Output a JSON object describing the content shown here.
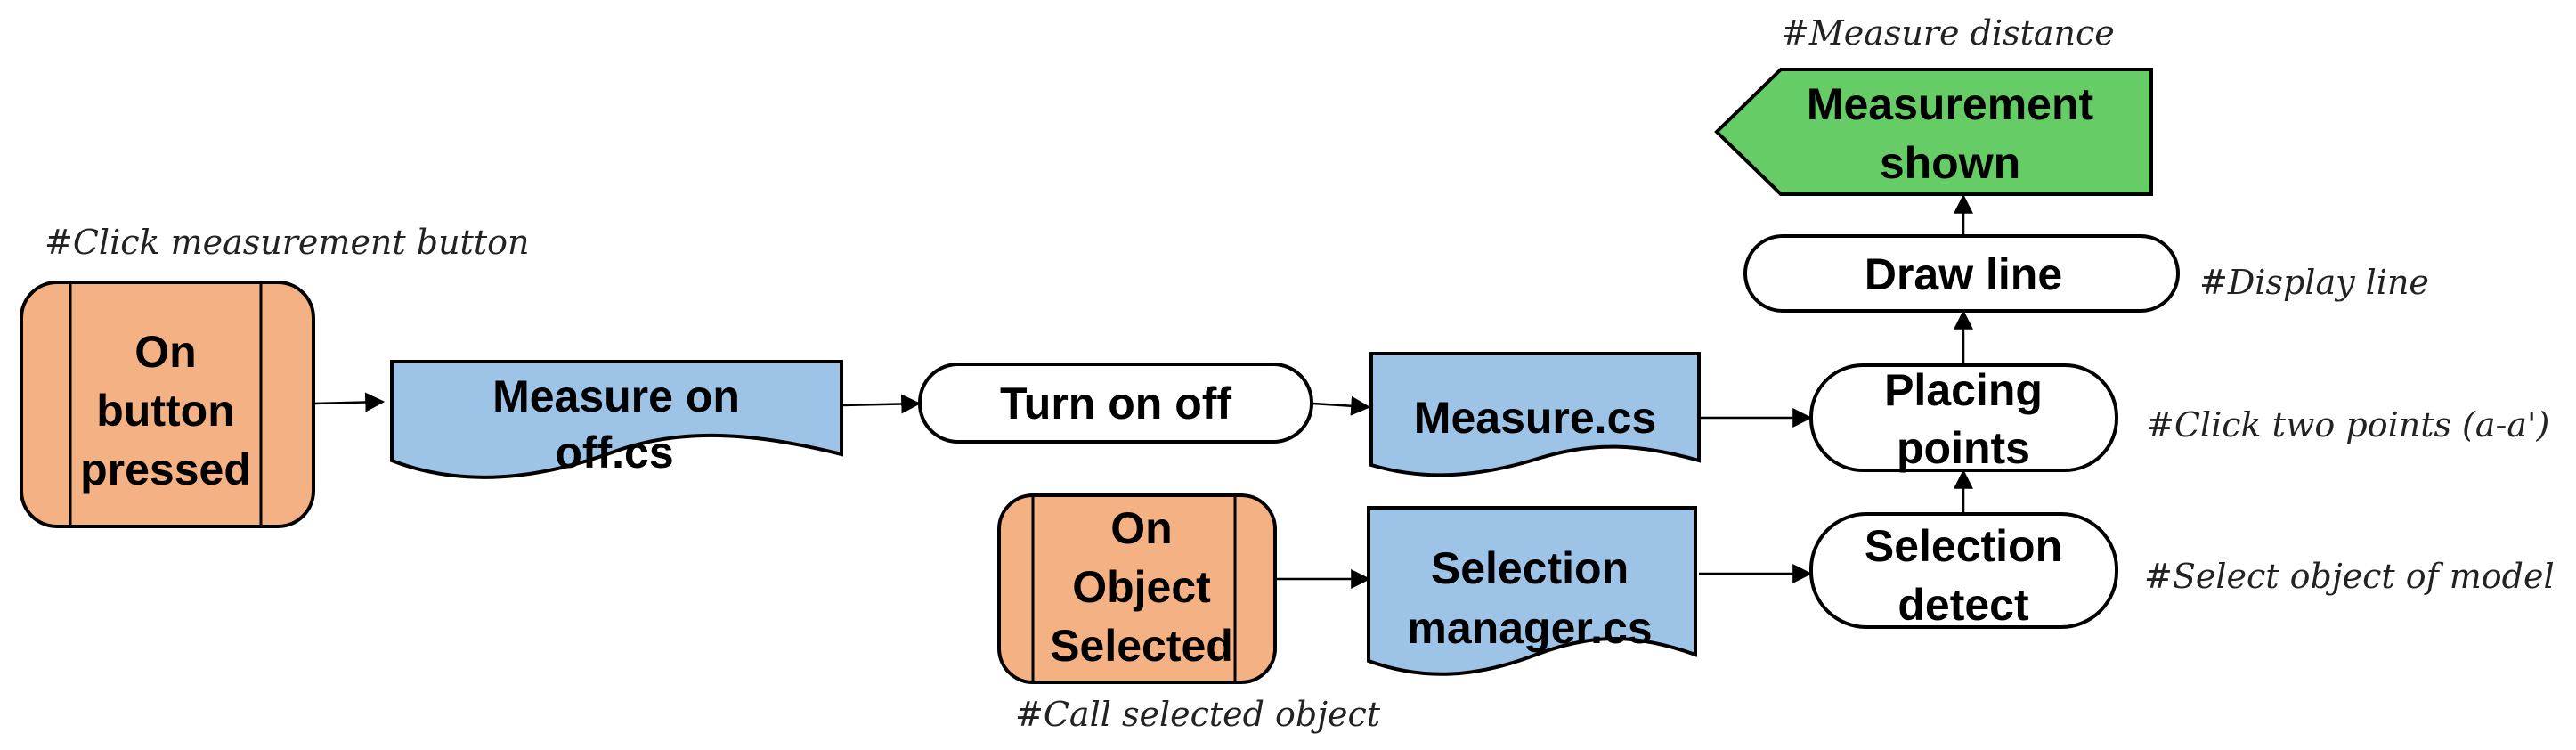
{
  "colors": {
    "event": "#F4B183",
    "script": "#9DC3E6",
    "process": "#FFFFFF",
    "output": "#66CC66"
  },
  "nodes": {
    "on_button_pressed": [
      "On",
      "button",
      "pressed"
    ],
    "measure_on_off": [
      "Measure on",
      "off.cs"
    ],
    "turn_on_off": [
      "Turn on off"
    ],
    "measure_cs": [
      "Measure.cs"
    ],
    "placing_points": [
      "Placing",
      "points"
    ],
    "draw_line": [
      "Draw line"
    ],
    "measurement_shown": [
      "Measurement",
      "shown"
    ],
    "on_object_selected": [
      "On",
      "Object",
      "Selected"
    ],
    "selection_manager": [
      "Selection",
      "manager.cs"
    ],
    "selection_detect": [
      "Selection",
      "detect"
    ]
  },
  "notes": {
    "click_measurement_button": "#Click measurement button",
    "measure_distance": "#Measure distance",
    "display_line": "#Display line",
    "click_two_points": "#Click two points (a-a')",
    "select_object": "#Select object of model",
    "call_selected_object": "#Call selected object"
  }
}
